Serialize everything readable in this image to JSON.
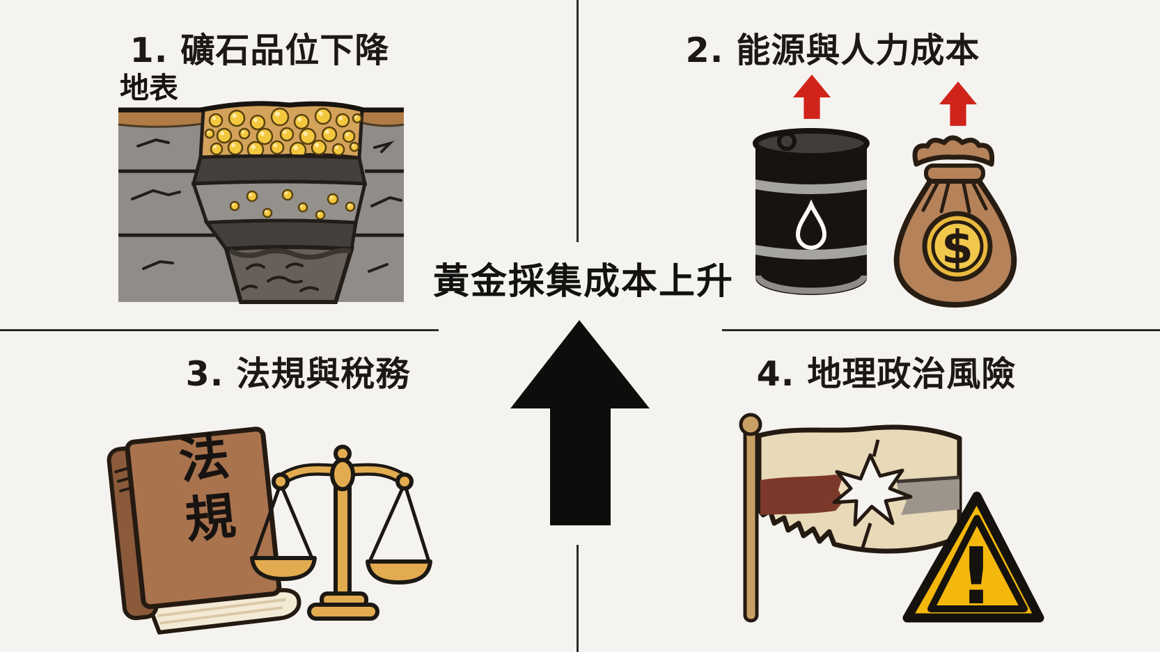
{
  "page": {
    "background": "#f5f3f0",
    "title_color": "#1b1815",
    "divider_color": "#2b2927"
  },
  "center": {
    "label": "黃金採集成本上升",
    "arrow_icon": "big-up-arrow"
  },
  "quadrants": [
    {
      "id": "ore-grade-decline",
      "title": "1. 礦石品位下降",
      "surface_label": "地表",
      "icons": [
        "mine-cross-section-illustration",
        "gold-nuggets"
      ]
    },
    {
      "id": "energy-labor-cost",
      "title": "2. 能源與人力成本",
      "coin_symbol": "$",
      "icons": [
        "red-up-arrow",
        "oil-barrel",
        "red-up-arrow",
        "money-bag",
        "dollar-coin"
      ]
    },
    {
      "id": "regulation-tax",
      "title": "3. 法規與稅務",
      "book_label": "法規",
      "icons": [
        "law-book",
        "balance-scale"
      ]
    },
    {
      "id": "geopolitical-risk",
      "title": "4. 地理政治風險",
      "warning_symbol": "!",
      "icons": [
        "flag-pole",
        "torn-flag",
        "warning-triangle"
      ]
    }
  ],
  "colors": {
    "red_arrow": "#d0241b",
    "arrow_black": "#0e0d0b",
    "rock_grey": "#908d89",
    "ore_tan": "#d3a25b",
    "gold_nugget": "#f4c83e",
    "dark_band": "#43403c",
    "shaft_grey": "#675f58",
    "topsoil_brown": "#b07b44",
    "barrel_black": "#17130f",
    "barrel_band_grey": "#a5a4a1",
    "bag_brown": "#b5825a",
    "coin_gold": "#e9b83c",
    "book_brown": "#a9734e",
    "book_spine": "#8a5a3a",
    "page_cream": "#f4ebd6",
    "scale_gold": "#e2ab50",
    "flag_cream": "#e8d9b8",
    "flag_maroon": "#7c392b",
    "flag_grey": "#9d958c",
    "pole_tan": "#c9a063",
    "warning_yellow": "#f4b70c"
  }
}
